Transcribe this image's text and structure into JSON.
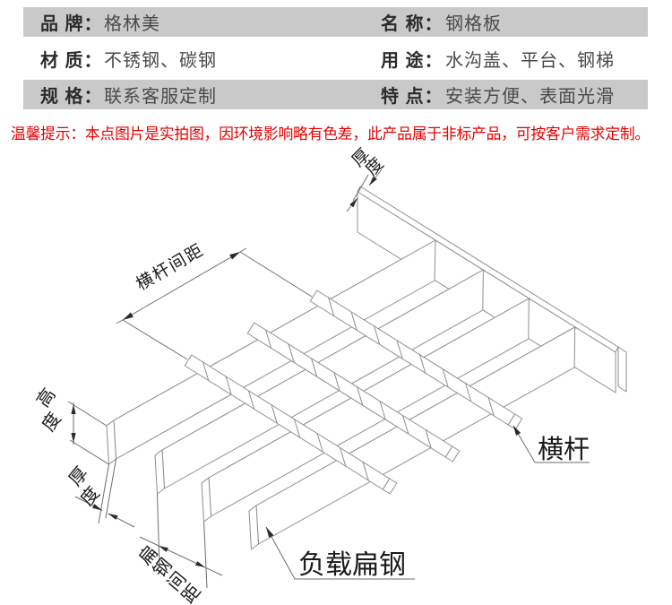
{
  "colors": {
    "row_band": "#c9c9c9",
    "notice_red": "#e60000",
    "drawing_line_gray": "#8f8f8f",
    "text_dark": "#1a1a1a"
  },
  "spec_table": {
    "rows": [
      {
        "left_label": "品 牌：",
        "left_value": "格林美",
        "right_label": "名 称：",
        "right_value": "钢格板"
      },
      {
        "left_label": "材 质：",
        "left_value": "不锈钢、碳钢",
        "right_label": "用 途：",
        "right_value": "水沟盖、平台、钢梯"
      },
      {
        "left_label": "规 格：",
        "left_value": "联系客服定制",
        "right_label": "特 点：",
        "right_value": "安装方便、表面光滑"
      }
    ]
  },
  "notice": "温馨提示：本点图片是实拍图，因环境影响略有色差，此产品属于非标产品，可按客户需求定制。",
  "diagram": {
    "labels": {
      "thickness_top": [
        "厚",
        "度"
      ],
      "crossbar_spacing": "横杆间距",
      "bar_height": [
        "高",
        "度"
      ],
      "thickness_left": [
        "厚",
        "度"
      ],
      "flatbar_spacing": [
        "扁",
        "钢",
        "间",
        "距"
      ],
      "crossbar": "横杆",
      "load_flat_bar": "负载扁钢"
    }
  }
}
